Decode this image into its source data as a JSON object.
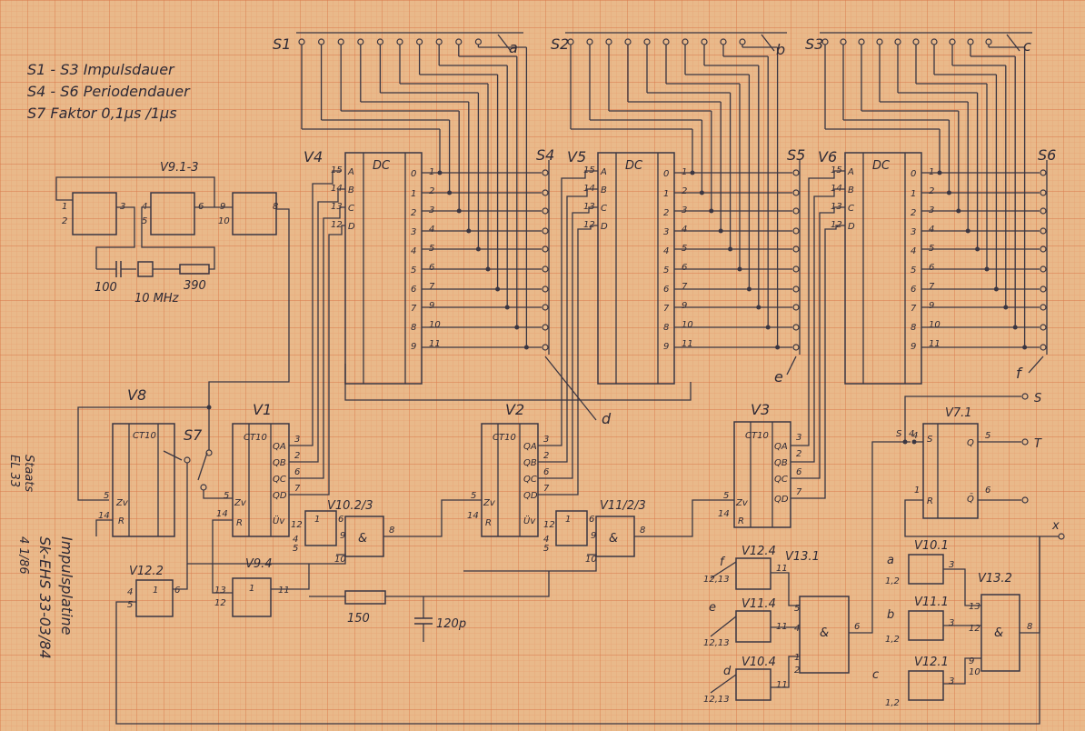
{
  "notes": {
    "line1": "S1 - S3  Impulsdauer",
    "line2": "S4 - S6  Periodendauer",
    "line3": "S7   Faktor  0,1µs /1µs"
  },
  "oscillator": {
    "label": "V9.1-3",
    "pins_a": [
      "1",
      "2",
      "3"
    ],
    "pins_b": [
      "4",
      "5",
      "6"
    ],
    "pins_c": [
      "9",
      "10",
      "8"
    ],
    "cap": "100",
    "crystal": "10 MHz",
    "resistor": "390"
  },
  "switches": {
    "top": [
      {
        "name": "S1",
        "wiper": "a"
      },
      {
        "name": "S2",
        "wiper": "b"
      },
      {
        "name": "S3",
        "wiper": "c"
      }
    ],
    "mid": [
      {
        "name": "S4",
        "wiper": "d"
      },
      {
        "name": "S5",
        "wiper": "e"
      },
      {
        "name": "S6",
        "wiper": "f"
      }
    ],
    "s7": "S7"
  },
  "decoders": [
    {
      "name": "V4",
      "title": "DC"
    },
    {
      "name": "V5",
      "title": "DC"
    },
    {
      "name": "V6",
      "title": "DC"
    }
  ],
  "decoder_in_pins": [
    "15",
    "14",
    "13",
    "12"
  ],
  "decoder_in_names": [
    "A",
    "B",
    "C",
    "D"
  ],
  "decoder_out_pins": [
    "0",
    "1",
    "2",
    "3",
    "4",
    "5",
    "6",
    "7",
    "8",
    "9"
  ],
  "decoder_out_nums": [
    "1",
    "2",
    "3",
    "4",
    "5",
    "6",
    "7",
    "9",
    "10",
    "11"
  ],
  "counters": [
    {
      "name": "V8",
      "title": "CT10"
    },
    {
      "name": "V1",
      "title": "CT10"
    },
    {
      "name": "V2",
      "title": "CT10"
    },
    {
      "name": "V3",
      "title": "CT10"
    }
  ],
  "counter_q": [
    "QA",
    "QB",
    "QC",
    "QD"
  ],
  "counter_qpins": [
    "3",
    "2",
    "6",
    "7"
  ],
  "counter_in": {
    "zv": "Zv",
    "r": "R",
    "uv": "Üv",
    "p5": "5",
    "p14": "14"
  },
  "gates": {
    "v10_23": {
      "label": "V10.2/3",
      "and": "&",
      "inv": "1",
      "pins": [
        "6",
        "12",
        "9",
        "4",
        "5",
        "8",
        "10"
      ]
    },
    "v11_23": {
      "label": "V11/2/3",
      "and": "&",
      "inv": "1",
      "pins": [
        "6",
        "12",
        "9",
        "4",
        "5",
        "8",
        "10"
      ]
    },
    "v12_2": {
      "label": "V12.2",
      "inv": "1",
      "pins": [
        "4",
        "5",
        "6"
      ]
    },
    "v9_4": {
      "label": "V9.4",
      "inv": "1",
      "pins": [
        "13",
        "12",
        "11"
      ]
    },
    "v12_4": {
      "label": "V12.4",
      "pins": [
        "12,13",
        "11"
      ]
    },
    "v11_4": {
      "label": "V11.4",
      "pins": [
        "12,13",
        "11"
      ]
    },
    "v10_4": {
      "label": "V10.4",
      "pins": [
        "12,13",
        "11"
      ]
    },
    "v13_1": {
      "label": "V13.1",
      "and": "&",
      "pins": [
        "5",
        "4",
        "1",
        "2",
        "6"
      ]
    },
    "v10_1": {
      "label": "V10.1",
      "pins": [
        "1,2",
        "3"
      ]
    },
    "v11_1": {
      "label": "V11.1",
      "pins": [
        "1,2",
        "3"
      ]
    },
    "v12_1": {
      "label": "V12.1",
      "pins": [
        "1,2",
        "3"
      ]
    },
    "v13_2": {
      "label": "V13.2",
      "and": "&",
      "pins": [
        "13",
        "12",
        "9",
        "10",
        "8"
      ]
    }
  },
  "flipflop": {
    "label": "V7.1",
    "s": "S",
    "r": "R",
    "q": "Q",
    "qn": "Q̄",
    "pins": [
      "4",
      "1",
      "5",
      "6"
    ]
  },
  "outputs": {
    "s": "S",
    "t": "T",
    "x": "x"
  },
  "ext_s": "S",
  "ext_s_pin": "4",
  "passives": {
    "resistor": "150",
    "cap": "120p"
  },
  "vertical_note": {
    "staats": "Staats",
    "el": "EL 33"
  },
  "title_block": {
    "title": "Impulsplatine",
    "number": "Sk-EHS 33-03/84",
    "version": "4 1/86"
  },
  "colors": {
    "paper": "#e9b98a",
    "grid_minor": "#e69a6c",
    "grid_major": "#d9784a",
    "pencil": "#3a3642"
  }
}
